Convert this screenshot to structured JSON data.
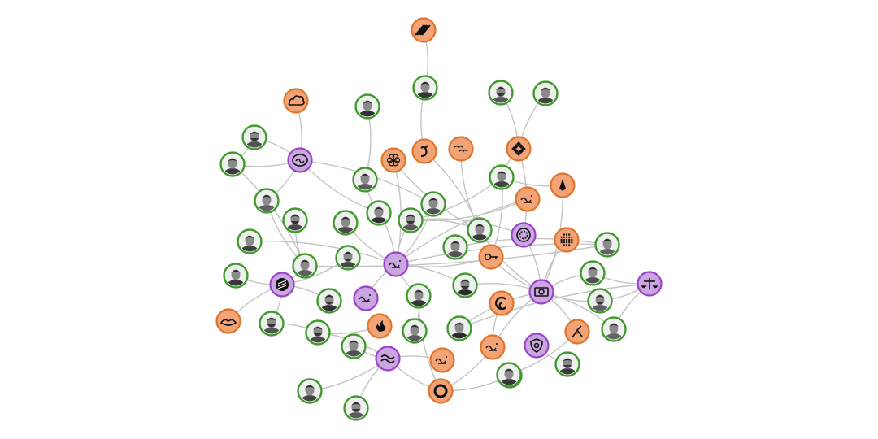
{
  "graph": {
    "colors": {
      "person_ring": "#3f9a2c",
      "organization_ring": "#e0742c",
      "organization_fill": "#f2a477",
      "group_ring": "#9a42c8",
      "group_fill": "#caa6e0",
      "edge": "#c4c4c4",
      "logo_ink": "#111111",
      "photo_bg": "#eef0ee"
    },
    "nodes": [
      {
        "id": "o1",
        "kind": "organization",
        "icon": "stripes-logo-icon"
      },
      {
        "id": "p1",
        "kind": "person"
      },
      {
        "id": "p2",
        "kind": "person"
      },
      {
        "id": "p3",
        "kind": "person"
      },
      {
        "id": "o2",
        "kind": "organization",
        "icon": "cloud-logo-icon"
      },
      {
        "id": "p4",
        "kind": "person"
      },
      {
        "id": "p5",
        "kind": "person"
      },
      {
        "id": "p6",
        "kind": "person"
      },
      {
        "id": "p7",
        "kind": "person"
      },
      {
        "id": "p8",
        "kind": "person"
      },
      {
        "id": "g1",
        "kind": "group",
        "icon": "calligraphy-emblem-icon"
      },
      {
        "id": "o3",
        "kind": "organization",
        "icon": "flower-logo-icon"
      },
      {
        "id": "o4",
        "kind": "organization",
        "icon": "calligraphy-d-logo-icon"
      },
      {
        "id": "o5",
        "kind": "organization",
        "icon": "birds-logo-icon"
      },
      {
        "id": "o6",
        "kind": "organization",
        "icon": "diamond-grid-logo-icon"
      },
      {
        "id": "p9",
        "kind": "person"
      },
      {
        "id": "p10",
        "kind": "person"
      },
      {
        "id": "o7",
        "kind": "organization",
        "icon": "pen-nib-logo-icon"
      },
      {
        "id": "p11",
        "kind": "person"
      },
      {
        "id": "p12",
        "kind": "person"
      },
      {
        "id": "o8",
        "kind": "organization",
        "icon": "script-wordmark-logo-icon"
      },
      {
        "id": "p13",
        "kind": "person"
      },
      {
        "id": "p14",
        "kind": "person"
      },
      {
        "id": "p15",
        "kind": "person"
      },
      {
        "id": "p16",
        "kind": "person"
      },
      {
        "id": "g2",
        "kind": "group",
        "icon": "round-seal-icon"
      },
      {
        "id": "o9",
        "kind": "organization",
        "icon": "dot-grid-logo-icon"
      },
      {
        "id": "p17",
        "kind": "person"
      },
      {
        "id": "p18",
        "kind": "person"
      },
      {
        "id": "p19",
        "kind": "person"
      },
      {
        "id": "o10",
        "kind": "organization",
        "icon": "key-logo-icon"
      },
      {
        "id": "p20",
        "kind": "person"
      },
      {
        "id": "g3",
        "kind": "group",
        "icon": "wordmark-emblem-icon"
      },
      {
        "id": "p21",
        "kind": "person"
      },
      {
        "id": "g4",
        "kind": "group",
        "icon": "striped-circle-emblem-icon"
      },
      {
        "id": "p22",
        "kind": "person"
      },
      {
        "id": "o11",
        "kind": "organization",
        "icon": "swirl-logo-icon"
      },
      {
        "id": "g5",
        "kind": "group",
        "icon": "wordmark-emblem-icon"
      },
      {
        "id": "p23",
        "kind": "person"
      },
      {
        "id": "p24",
        "kind": "person"
      },
      {
        "id": "g6",
        "kind": "group",
        "icon": "banknote-emblem-icon"
      },
      {
        "id": "p25",
        "kind": "person"
      },
      {
        "id": "g7",
        "kind": "group",
        "icon": "scales-emblem-icon"
      },
      {
        "id": "o12",
        "kind": "organization",
        "icon": "hands-logo-icon"
      },
      {
        "id": "p26",
        "kind": "person"
      },
      {
        "id": "o13",
        "kind": "organization",
        "icon": "flame-logo-icon"
      },
      {
        "id": "p27",
        "kind": "person"
      },
      {
        "id": "p28",
        "kind": "person"
      },
      {
        "id": "p29",
        "kind": "person"
      },
      {
        "id": "p30",
        "kind": "person"
      },
      {
        "id": "o14",
        "kind": "organization",
        "icon": "wordmark-logo-icon"
      },
      {
        "id": "p31",
        "kind": "person"
      },
      {
        "id": "p32",
        "kind": "person"
      },
      {
        "id": "p33",
        "kind": "person"
      },
      {
        "id": "g8",
        "kind": "group",
        "icon": "shield-emblem-icon"
      },
      {
        "id": "o15",
        "kind": "organization",
        "icon": "runner-logo-icon"
      },
      {
        "id": "g9",
        "kind": "group",
        "icon": "waves-emblem-icon"
      },
      {
        "id": "o16",
        "kind": "organization",
        "icon": "oval-wordmark-logo-icon"
      },
      {
        "id": "p34",
        "kind": "person"
      },
      {
        "id": "p35",
        "kind": "person"
      },
      {
        "id": "o17",
        "kind": "organization",
        "icon": "ring-logo-icon"
      },
      {
        "id": "p36",
        "kind": "person"
      },
      {
        "id": "p37",
        "kind": "person"
      },
      {
        "id": "p38",
        "kind": "person"
      }
    ],
    "edges": [
      [
        "o1",
        "p1"
      ],
      [
        "p1",
        "o4"
      ],
      [
        "p4",
        "g1"
      ],
      [
        "p5",
        "g1"
      ],
      [
        "o2",
        "g1"
      ],
      [
        "p6",
        "g1"
      ],
      [
        "g1",
        "p11"
      ],
      [
        "g1",
        "p14"
      ],
      [
        "p8",
        "p9"
      ],
      [
        "p9",
        "p14"
      ],
      [
        "p4",
        "p5"
      ],
      [
        "p3",
        "o6"
      ],
      [
        "p2",
        "o6"
      ],
      [
        "o6",
        "p10"
      ],
      [
        "p10",
        "p15"
      ],
      [
        "p10",
        "o7"
      ],
      [
        "p10",
        "o10"
      ],
      [
        "o3",
        "p12"
      ],
      [
        "o4",
        "p12"
      ],
      [
        "o5",
        "p12"
      ],
      [
        "o3",
        "g3"
      ],
      [
        "o8",
        "g3"
      ],
      [
        "o8",
        "p15"
      ],
      [
        "p12",
        "g6"
      ],
      [
        "p11",
        "g3"
      ],
      [
        "p13",
        "g3"
      ],
      [
        "p14",
        "g3"
      ],
      [
        "p6",
        "p18"
      ],
      [
        "p5",
        "p18"
      ],
      [
        "p7",
        "p18"
      ],
      [
        "p18",
        "g4"
      ],
      [
        "p17",
        "g4"
      ],
      [
        "p19",
        "g4"
      ],
      [
        "p18",
        "p21"
      ],
      [
        "p20",
        "p21"
      ],
      [
        "p21",
        "g3"
      ],
      [
        "p16",
        "g3"
      ],
      [
        "p22",
        "g4"
      ],
      [
        "g4",
        "p26"
      ],
      [
        "g4",
        "o12"
      ],
      [
        "p26",
        "p28"
      ],
      [
        "p28",
        "o13"
      ],
      [
        "p28",
        "g9"
      ],
      [
        "g3",
        "p29"
      ],
      [
        "g3",
        "p23"
      ],
      [
        "g3",
        "o10"
      ],
      [
        "g3",
        "p15"
      ],
      [
        "g3",
        "g5"
      ],
      [
        "p23",
        "g6"
      ],
      [
        "o10",
        "g6"
      ],
      [
        "o7",
        "g6"
      ],
      [
        "o9",
        "g6"
      ],
      [
        "g6",
        "p24"
      ],
      [
        "g6",
        "p25"
      ],
      [
        "g6",
        "p27"
      ],
      [
        "g6",
        "p31"
      ],
      [
        "g6",
        "o15"
      ],
      [
        "g2",
        "p15"
      ],
      [
        "g2",
        "g6"
      ],
      [
        "p24",
        "g7"
      ],
      [
        "p31",
        "g7"
      ],
      [
        "p25",
        "g7"
      ],
      [
        "p27",
        "g7"
      ],
      [
        "p29",
        "o17"
      ],
      [
        "p29",
        "p30"
      ],
      [
        "g9",
        "o17"
      ],
      [
        "g9",
        "o16"
      ],
      [
        "o11",
        "o14"
      ],
      [
        "o14",
        "o17"
      ],
      [
        "g6",
        "o14"
      ],
      [
        "o15",
        "p36"
      ],
      [
        "g8",
        "p33"
      ],
      [
        "g9",
        "p35"
      ],
      [
        "p35",
        "p38"
      ],
      [
        "p37",
        "g9"
      ],
      [
        "p32",
        "g9"
      ],
      [
        "p34",
        "o17"
      ],
      [
        "p12",
        "p15"
      ],
      [
        "o6",
        "g2"
      ]
    ]
  }
}
